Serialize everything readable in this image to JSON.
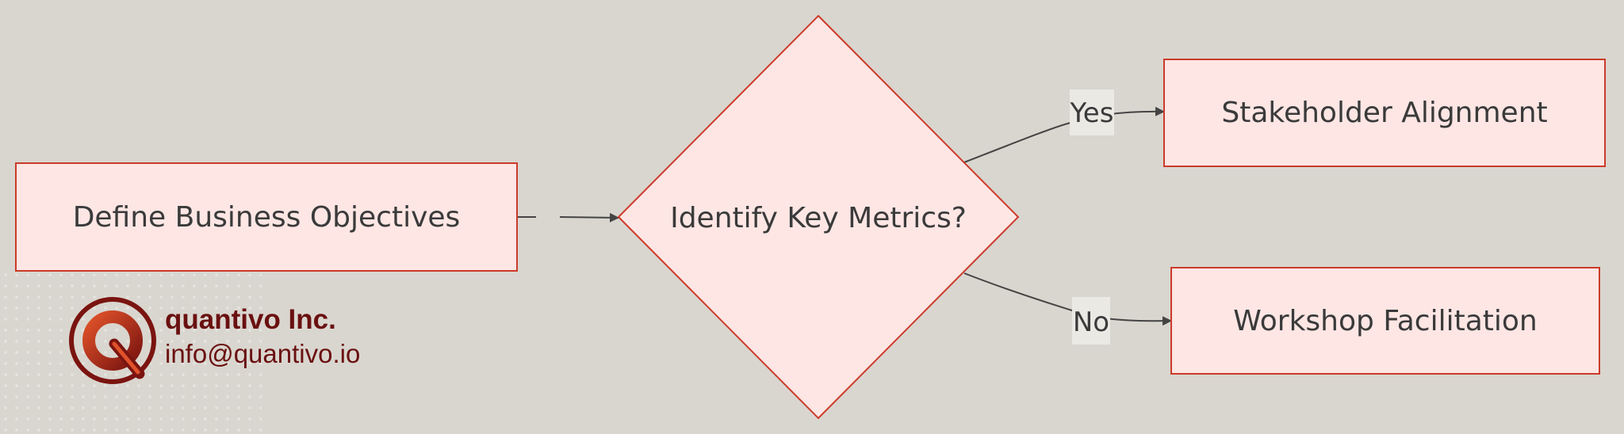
{
  "diagram": {
    "nodes": {
      "start": "Define Business Objectives",
      "decision": "Identify Key Metrics?",
      "yes_target": "Stakeholder Alignment",
      "no_target": "Workshop Facilitation"
    },
    "edges": {
      "yes_label": "Yes",
      "no_label": "No"
    }
  },
  "brand": {
    "logo_icon": "q-logo-icon",
    "company": "quantivo Inc.",
    "email": "info@quantivo.io"
  },
  "colors": {
    "background": "#d9d6cf",
    "node_fill": "#fde6e4",
    "node_stroke": "#cc3a2a",
    "edge": "#444444",
    "brand": "#6a1010"
  }
}
